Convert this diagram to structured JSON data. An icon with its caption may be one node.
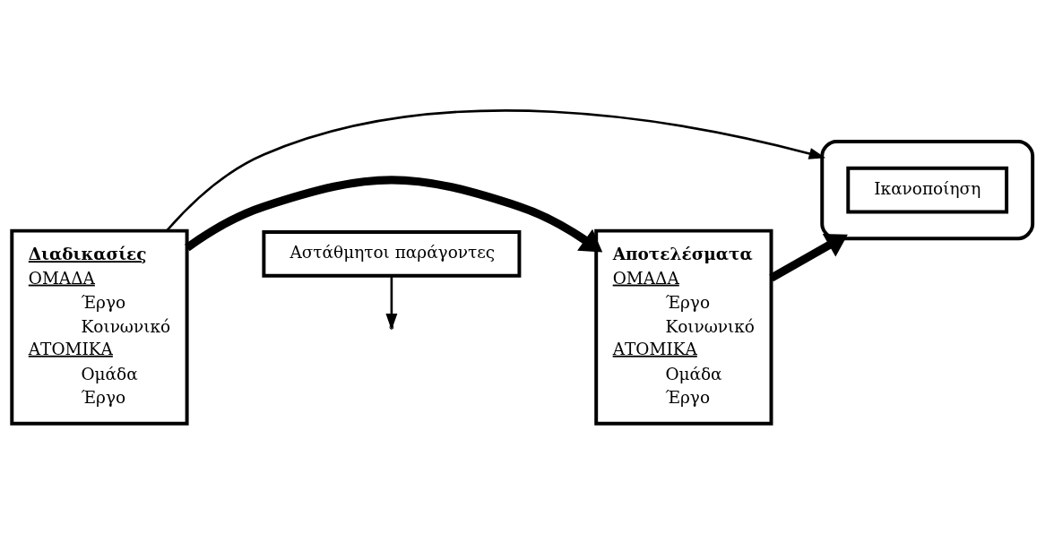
{
  "diagram": {
    "nodes": [
      {
        "text": [
          "Διαδικασίες",
          "ΟΜΑΔΑ",
          "Έργο",
          "Κοινωνικό",
          "ΑΤΟΜΙΚΑ",
          "Ομάδα",
          "Έργο"
        ]
      },
      {
        "text": [
          "Αποτελέσματα",
          "ΟΜΑΔΑ",
          "Έργο",
          "Κοινωνικό",
          "ΑΤΟΜΙΚΑ",
          "Ομάδα",
          "Έργο"
        ]
      },
      {
        "text": [],
        "shape": "ellipse"
      },
      {
        "text": [
          "Ικανοποίηση"
        ],
        "in": 2
      },
      {
        "text": [
          "Αστάθμητοι παράγοντες"
        ]
      }
    ],
    "edges": [
      {
        "from": 0,
        "to": 1,
        "arrow": "to",
        "style": "thick"
      },
      {
        "from": 1,
        "to": 2,
        "arrow": "to",
        "style": "thick"
      },
      {
        "from": 4,
        "to": null,
        "arrow": "to"
      },
      {
        "from": 0,
        "to": 2,
        "arrow": "to"
      }
    ]
  }
}
